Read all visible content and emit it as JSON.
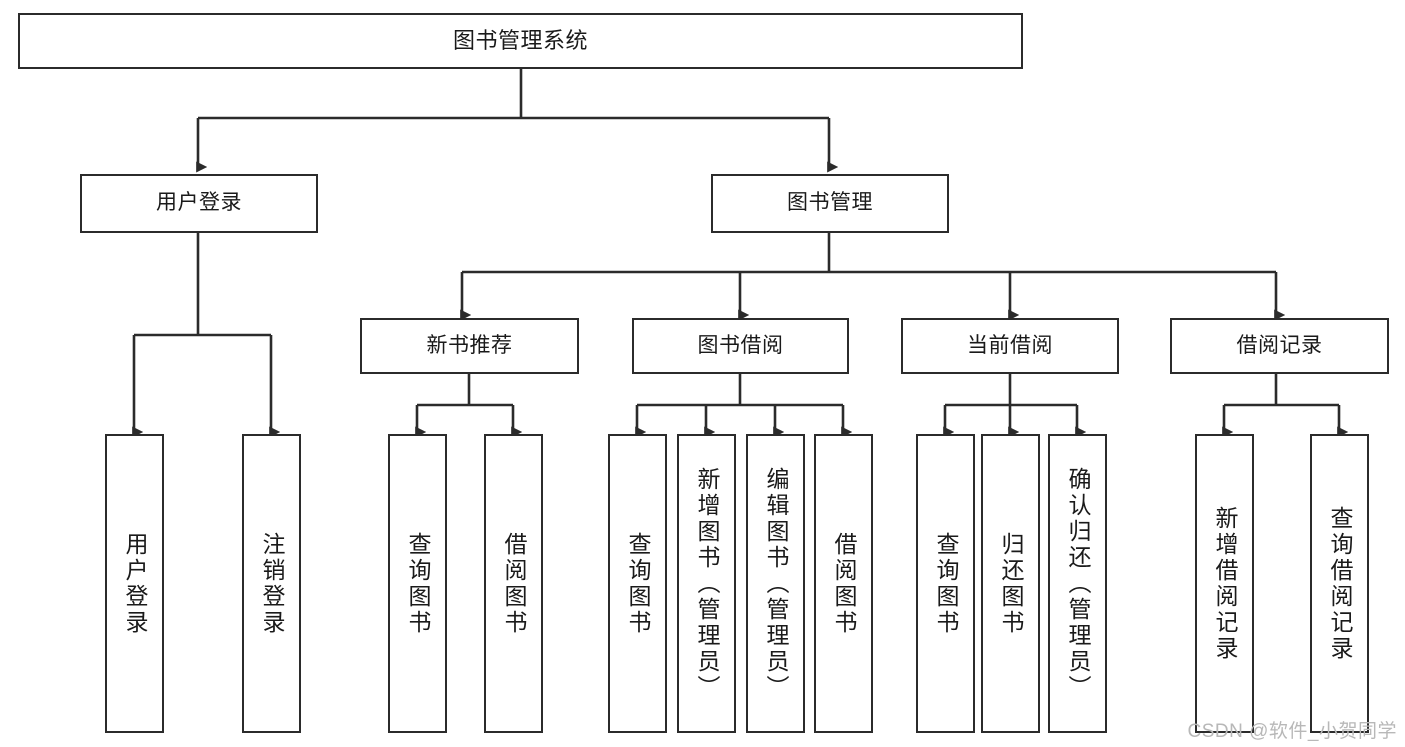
{
  "diagram": {
    "title": "图书管理系统",
    "type": "tree",
    "colors": {
      "box_border": "#2b2b2b",
      "box_fill": "#ffffff",
      "connector": "#2b2b2b",
      "text": "#1a1a1a",
      "background": "#ffffff",
      "watermark": "#b8b8b8"
    },
    "nodes": {
      "root": {
        "label": "图书管理系统"
      },
      "level2": [
        {
          "id": "user-login",
          "label": "用户登录"
        },
        {
          "id": "book-manage",
          "label": "图书管理"
        }
      ],
      "level3": [
        {
          "id": "new-book-rec",
          "label": "新书推荐"
        },
        {
          "id": "book-borrow",
          "label": "图书借阅"
        },
        {
          "id": "current-borrow",
          "label": "当前借阅"
        },
        {
          "id": "borrow-record",
          "label": "借阅记录"
        }
      ],
      "leaves": {
        "user_login": [
          {
            "id": "leaf-user-login",
            "label": "用户登录"
          },
          {
            "id": "leaf-logout-login",
            "label": "注销登录"
          }
        ],
        "new_book_rec": [
          {
            "id": "leaf-query-book-1",
            "label": "查询图书"
          },
          {
            "id": "leaf-borrow-book-1",
            "label": "借阅图书"
          }
        ],
        "book_borrow": [
          {
            "id": "leaf-query-book-2",
            "label": "查询图书"
          },
          {
            "id": "leaf-add-book",
            "label": "新增图书（管理员）"
          },
          {
            "id": "leaf-edit-book",
            "label": "编辑图书（管理员）"
          },
          {
            "id": "leaf-borrow-book-2",
            "label": "借阅图书"
          }
        ],
        "current_borrow": [
          {
            "id": "leaf-query-book-3",
            "label": "查询图书"
          },
          {
            "id": "leaf-return-book",
            "label": "归还图书"
          },
          {
            "id": "leaf-confirm-return",
            "label": "确认归还（管理员）"
          }
        ],
        "borrow_record": [
          {
            "id": "leaf-add-record",
            "label": "新增借阅记录"
          },
          {
            "id": "leaf-query-record",
            "label": "查询借阅记录"
          }
        ]
      }
    },
    "watermark": "CSDN @软件_小贺同学"
  }
}
